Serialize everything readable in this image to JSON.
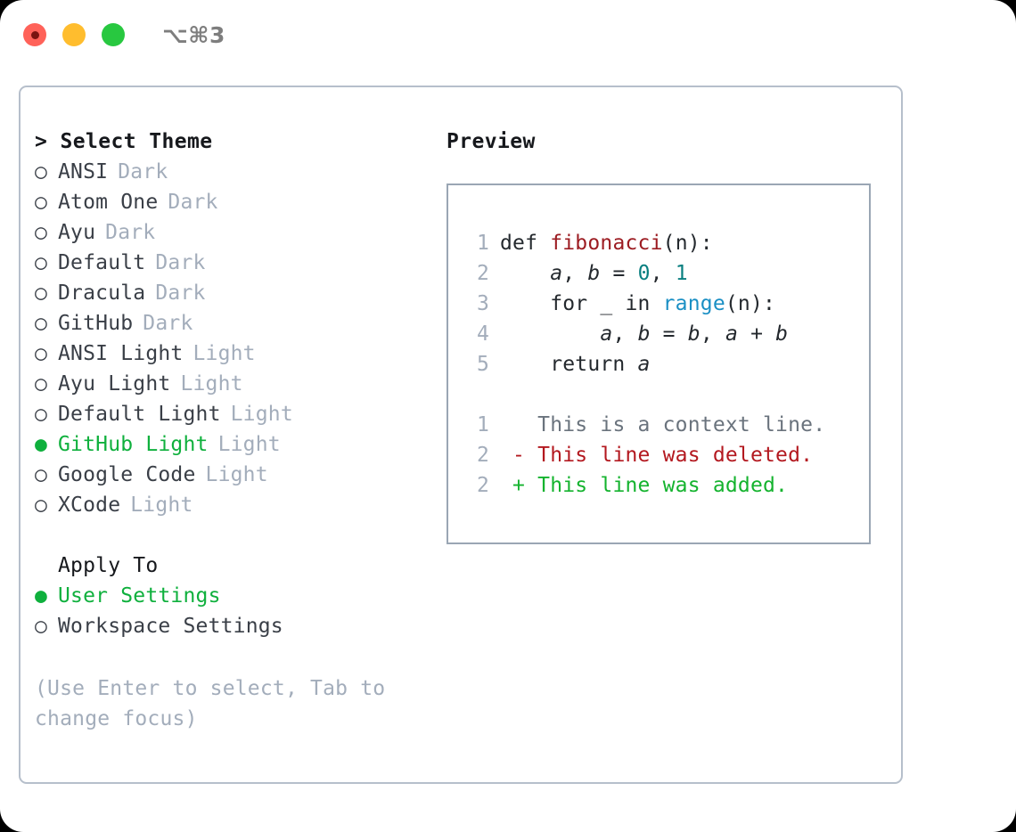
{
  "titlebar": {
    "shortcut": "⌥⌘3",
    "lights": [
      "close",
      "minimize",
      "zoom"
    ]
  },
  "theme_list": {
    "header": "> Select Theme",
    "items": [
      {
        "bullet": "○",
        "label": "ANSI",
        "tag": "Dark",
        "selected": false
      },
      {
        "bullet": "○",
        "label": "Atom One",
        "tag": "Dark",
        "selected": false
      },
      {
        "bullet": "○",
        "label": "Ayu",
        "tag": "Dark",
        "selected": false
      },
      {
        "bullet": "○",
        "label": "Default",
        "tag": "Dark",
        "selected": false
      },
      {
        "bullet": "○",
        "label": "Dracula",
        "tag": "Dark",
        "selected": false
      },
      {
        "bullet": "○",
        "label": "GitHub",
        "tag": "Dark",
        "selected": false
      },
      {
        "bullet": "○",
        "label": "ANSI Light",
        "tag": "Light",
        "selected": false
      },
      {
        "bullet": "○",
        "label": "Ayu Light",
        "tag": "Light",
        "selected": false
      },
      {
        "bullet": "○",
        "label": "Default Light",
        "tag": "Light",
        "selected": false
      },
      {
        "bullet": "●",
        "label": "GitHub Light",
        "tag": "Light",
        "selected": true
      },
      {
        "bullet": "○",
        "label": "Google Code",
        "tag": "Light",
        "selected": false
      },
      {
        "bullet": "○",
        "label": "XCode",
        "tag": "Light",
        "selected": false
      }
    ]
  },
  "apply_to": {
    "header": "Apply To",
    "items": [
      {
        "bullet": "●",
        "label": "User Settings",
        "selected": true
      },
      {
        "bullet": "○",
        "label": "Workspace Settings",
        "selected": false
      }
    ]
  },
  "hint": "(Use Enter to select, Tab to change focus)",
  "preview": {
    "title": "Preview",
    "code": [
      {
        "num": "1",
        "tokens": [
          {
            "t": "def ",
            "c": "plain"
          },
          {
            "t": "fibonacci",
            "c": "func"
          },
          {
            "t": "(n):",
            "c": "plain"
          }
        ]
      },
      {
        "num": "2",
        "tokens": [
          {
            "t": "    ",
            "c": "plain"
          },
          {
            "t": "a",
            "c": "var"
          },
          {
            "t": ", ",
            "c": "plain"
          },
          {
            "t": "b",
            "c": "var"
          },
          {
            "t": " = ",
            "c": "plain"
          },
          {
            "t": "0",
            "c": "num"
          },
          {
            "t": ", ",
            "c": "plain"
          },
          {
            "t": "1",
            "c": "num"
          }
        ]
      },
      {
        "num": "3",
        "tokens": [
          {
            "t": "    for _ in ",
            "c": "plain"
          },
          {
            "t": "range",
            "c": "builtin"
          },
          {
            "t": "(n):",
            "c": "plain"
          }
        ]
      },
      {
        "num": "4",
        "tokens": [
          {
            "t": "        ",
            "c": "plain"
          },
          {
            "t": "a",
            "c": "var"
          },
          {
            "t": ", ",
            "c": "plain"
          },
          {
            "t": "b",
            "c": "var"
          },
          {
            "t": " = ",
            "c": "plain"
          },
          {
            "t": "b",
            "c": "var"
          },
          {
            "t": ", ",
            "c": "plain"
          },
          {
            "t": "a",
            "c": "var"
          },
          {
            "t": " + ",
            "c": "plain"
          },
          {
            "t": "b",
            "c": "var"
          }
        ]
      },
      {
        "num": "5",
        "tokens": [
          {
            "t": "    return ",
            "c": "plain"
          },
          {
            "t": "a",
            "c": "var"
          }
        ]
      }
    ],
    "diff": [
      {
        "num": "1",
        "marker": " ",
        "text": " This is a context line.",
        "kind": "ctx"
      },
      {
        "num": "2",
        "marker": "-",
        "text": " This line was deleted.",
        "kind": "del"
      },
      {
        "num": "2",
        "marker": "+",
        "text": " This line was added.",
        "kind": "add"
      }
    ]
  },
  "colors": {
    "accent_green": "#0fb03d",
    "tag_gray": "#a3adbb",
    "border": "#b6bfcb",
    "preview_border": "#9aa6b4",
    "diff_delete": "#b3181f",
    "diff_add": "#14b32e",
    "func_red": "#9c1c22",
    "number_teal": "#0a7f80",
    "builtin_blue": "#1a8fc4"
  }
}
